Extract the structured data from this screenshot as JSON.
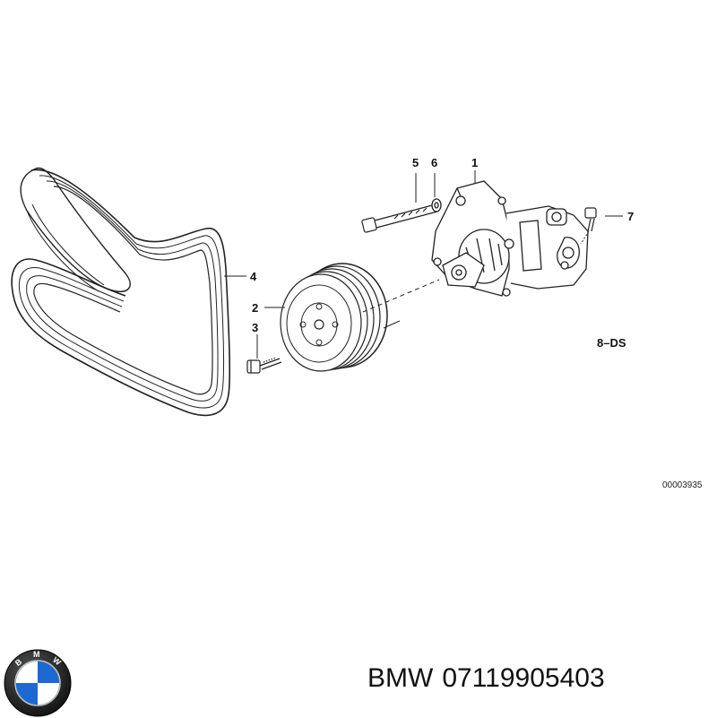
{
  "callouts": {
    "c1": "1",
    "c2": "2",
    "c3": "3",
    "c4": "4",
    "c5": "5",
    "c6": "6",
    "c7": "7",
    "c8": "8–DS"
  },
  "diagram_ref": "00003935",
  "caption": {
    "brand": "BMW",
    "part_number": "07119905403"
  },
  "logo": {
    "icon": "bmw-roundel-icon",
    "lettering": "BMW",
    "colors": {
      "blue": "#1c69d4",
      "ring": "#1a1a1a",
      "white": "#ffffff"
    }
  }
}
